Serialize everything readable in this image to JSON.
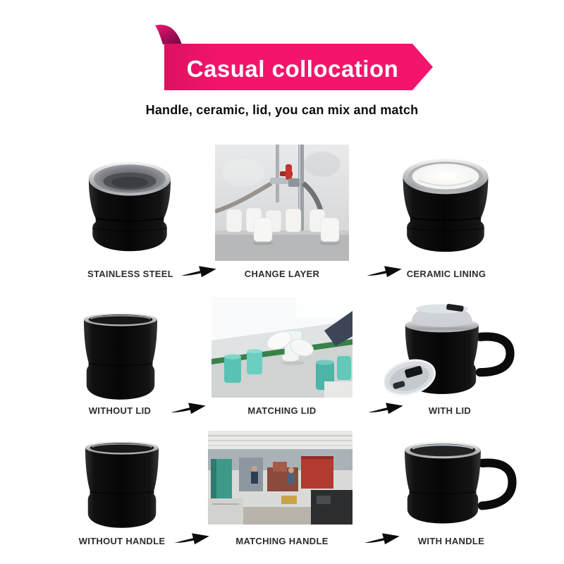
{
  "banner": {
    "title": "Casual collocation",
    "subtitle": "Handle, ceramic, lid, you can mix and match",
    "ribbon_color": "#F2156B",
    "ribbon_fold_color": "#8F0D53"
  },
  "rows": [
    {
      "left_label": "STAINLESS STEEL",
      "middle_label": "CHANGE LAYER",
      "right_label": "CERAMIC LINING",
      "left_image": "black-cup-stainless-steel-interior",
      "middle_image": "spray-coating-factory-photo",
      "right_image": "black-cup-ceramic-lining-interior"
    },
    {
      "left_label": "WITHOUT LID",
      "middle_label": "MATCHING LID",
      "right_label": "WITH LID",
      "left_image": "black-cup-no-lid",
      "middle_image": "lid-assembly-factory-photo",
      "right_image": "black-mug-with-clear-lid-and-handle"
    },
    {
      "left_label": "WITHOUT HANDLE",
      "middle_label": "MATCHING HANDLE",
      "right_label": "WITH HANDLE",
      "left_image": "black-cup-no-handle",
      "middle_image": "handle-workshop-factory-photo",
      "right_image": "black-mug-with-handle"
    }
  ],
  "icons": {
    "arrow": "right-arrow-icon"
  },
  "colors": {
    "accent_pink": "#F2156B",
    "label_text": "#2D2D2D",
    "cup_black": "#0A0A0A",
    "steel_silver": "#BCBEC0",
    "teal_cup": "#58C3B5"
  }
}
